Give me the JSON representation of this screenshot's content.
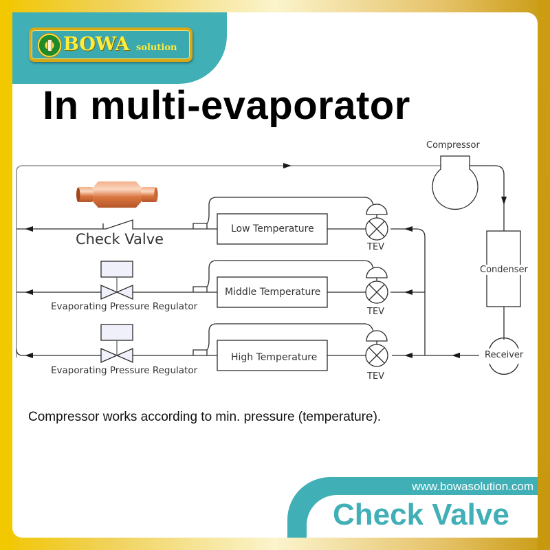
{
  "brand": {
    "logo_main": "BOWA",
    "logo_sub": "solution",
    "url": "www.bowasolution.com",
    "colors": {
      "teal": "#40afb6",
      "gold": "#f2c800",
      "logo_yellow": "#ffec3a"
    }
  },
  "title": "In multi-evaporator",
  "diagram": {
    "components": {
      "compressor": "Compressor",
      "condenser": "Condenser",
      "receiver": "Receiver",
      "check_valve": "Check Valve"
    },
    "evaporators": [
      {
        "label": "Low Temperature",
        "valve_label": "Check Valve",
        "expansion": "TEV"
      },
      {
        "label": "Middle Temperature",
        "valve_label": "Evaporating Pressure Regulator",
        "expansion": "TEV"
      },
      {
        "label": "High Temperature",
        "valve_label": "Evaporating Pressure Regulator",
        "expansion": "TEV"
      }
    ]
  },
  "caption": "Compressor works according to min. pressure (temperature).",
  "footer": {
    "product": "Check Valve"
  }
}
